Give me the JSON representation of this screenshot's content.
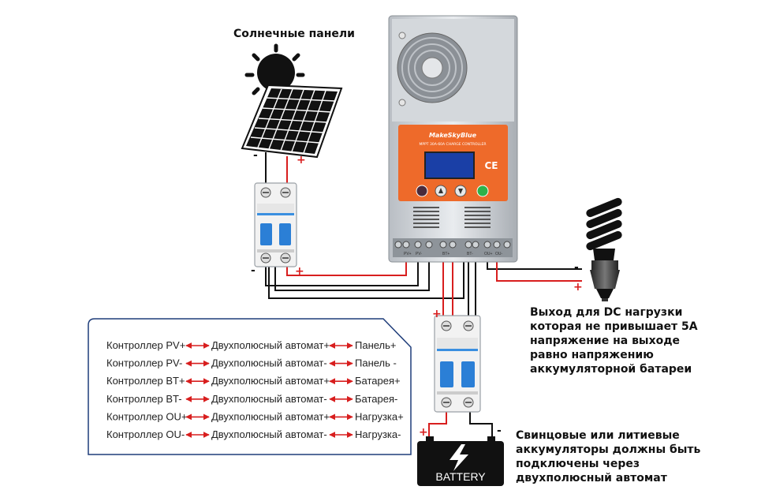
{
  "labels": {
    "solar_panels": "Солнечные панели",
    "battery": "BATTERY",
    "brand": "MakeSkyBlue",
    "model": "MPPT 30A-60A CHARGE CONTROLLER",
    "ce_mark": "CE",
    "dc_load_note": [
      "Выход для DC нагрузки",
      "которая не привышает 5А",
      "напряжение на выходе",
      "равно напряжению",
      "аккумуляторной батареи"
    ],
    "battery_note": [
      "Свинцовые или литиевые",
      "аккумуляторы должны быть",
      "подключены через",
      "двухполюсный автомат"
    ]
  },
  "signs": {
    "minus": "-",
    "plus": "+"
  },
  "legend_rows": [
    {
      "left": "Контроллер PV+",
      "middle": "Двухполюсный автомат+",
      "right": "Панель+"
    },
    {
      "left": "Контроллер PV-",
      "middle": "Двухполюсный автомат-",
      "right": "Панель -"
    },
    {
      "left": "Контроллер BT+",
      "middle": "Двухполюсный автомат+",
      "right": "Батарея+"
    },
    {
      "left": "Контроллер BT-",
      "middle": "Двухполюсный автомат-",
      "right": "Батарея-"
    },
    {
      "left": "Контроллер OU+",
      "middle": "Двухполюсный автомат+",
      "right": "Нагрузка+"
    },
    {
      "left": "Контроллер OU-",
      "middle": "Двухполюсный автомат-",
      "right": "Нагрузка-"
    }
  ],
  "terminal_labels": [
    "PV+",
    "PV-",
    "BT+",
    "BT-",
    "OU+",
    "OU-"
  ],
  "colors": {
    "positive_wire": "#d81e1e",
    "negative_wire": "#111111",
    "controller_orange": "#ee6a2a",
    "breaker_blue": "#2b7fd6",
    "frame_blue": "#1f3d7a"
  }
}
